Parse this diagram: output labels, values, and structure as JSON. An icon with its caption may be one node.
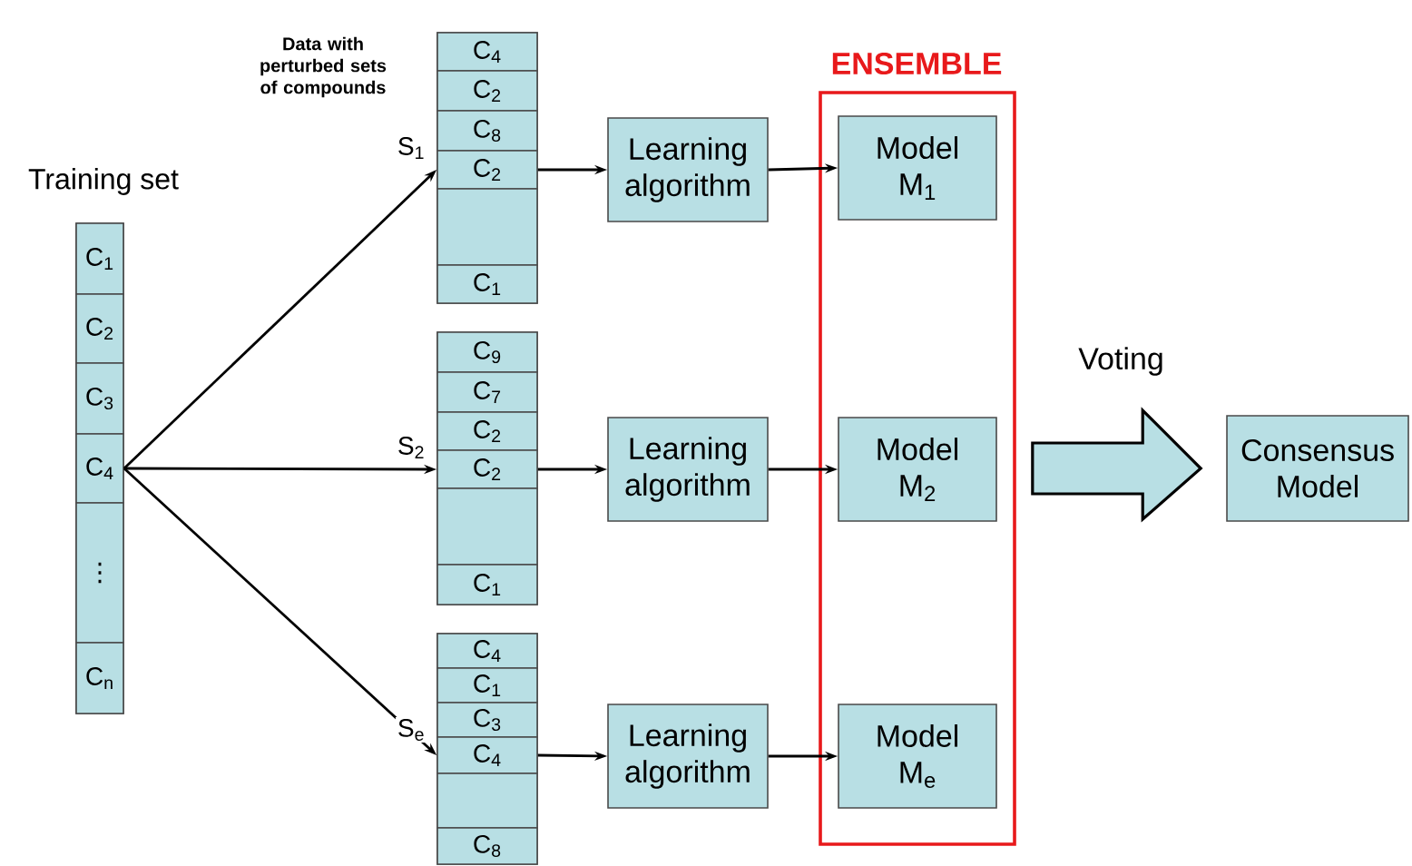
{
  "diagram": {
    "nodes": [
      {
        "text": [
          "Training set"
        ]
      },
      {
        "text": [
          "C$_{1}$"
        ],
        "in": 0
      },
      {
        "text": [
          "C$_{2}$"
        ],
        "in": 0
      },
      {
        "text": [
          "C$_{3}$"
        ],
        "in": 0
      },
      {
        "text": [
          "C$_{4}$"
        ],
        "in": 0
      },
      {
        "text": [
          "⋮"
        ],
        "in": 0
      },
      {
        "text": [
          "C$_{n}$"
        ],
        "in": 0
      },
      {
        "text": [],
        "shape": "box"
      },
      {
        "text": [
          "C$_{4}$"
        ],
        "in": 7
      },
      {
        "text": [
          "C$_{2}$"
        ],
        "in": 7
      },
      {
        "text": [
          "C$_{8}$"
        ],
        "in": 7
      },
      {
        "text": [
          "C$_{2}$"
        ],
        "in": 7
      },
      {
        "text": [],
        "shape": "box",
        "in": 7
      },
      {
        "text": [
          "C$_{1}$"
        ],
        "in": 7
      },
      {
        "text": [],
        "shape": "box"
      },
      {
        "text": [
          "C$_{9}$"
        ],
        "in": 14
      },
      {
        "text": [
          "C$_{7}$"
        ],
        "in": 14
      },
      {
        "text": [
          "C$_{2}$"
        ],
        "in": 14
      },
      {
        "text": [
          "C$_{2}$"
        ],
        "in": 14
      },
      {
        "text": [],
        "shape": "box",
        "in": 14
      },
      {
        "text": [
          "C$_{1}$"
        ],
        "in": 14
      },
      {
        "text": [],
        "shape": "box"
      },
      {
        "text": [
          "C$_{4}$"
        ],
        "in": 21
      },
      {
        "text": [
          "C$_{1}$"
        ],
        "in": 21
      },
      {
        "text": [
          "C$_{3}$"
        ],
        "in": 21
      },
      {
        "text": [
          "C$_{4}$"
        ],
        "in": 21
      },
      {
        "text": [],
        "shape": "box",
        "in": 21
      },
      {
        "text": [
          "C$_{8}$"
        ],
        "in": 21
      },
      {
        "text": [
          "Learning algorithm"
        ]
      },
      {
        "text": [
          "Learning algorithm"
        ]
      },
      {
        "text": [
          "Learning algorithm"
        ]
      },
      {
        "text": [
          "ENSEMBLE"
        ]
      },
      {
        "text": [
          "Model M$_{1}$"
        ],
        "in": 31
      },
      {
        "text": [
          "Model M$_{2}$"
        ],
        "in": 31
      },
      {
        "text": [
          "Model M$_{e}$"
        ],
        "in": 31
      },
      {
        "text": [
          "Consensus Model"
        ]
      }
    ],
    "edges": [
      {
        "from": 4,
        "to": 11,
        "arrow": "to",
        "label": "S$_{1}$"
      },
      {
        "from": 4,
        "to": 18,
        "arrow": "to",
        "label": "S$_{2}$"
      },
      {
        "from": 4,
        "to": 25,
        "arrow": "to",
        "label": "S$_{e}$"
      },
      {
        "from": 11,
        "to": 28,
        "arrow": "to"
      },
      {
        "from": 18,
        "to": 29,
        "arrow": "to"
      },
      {
        "from": 25,
        "to": 30,
        "arrow": "to"
      },
      {
        "from": 28,
        "to": 32,
        "arrow": "to"
      },
      {
        "from": 29,
        "to": 33,
        "arrow": "to"
      },
      {
        "from": 30,
        "to": 34,
        "arrow": "to"
      },
      {
        "from": 31,
        "to": 35,
        "arrow": "to",
        "label": "Voting",
        "style": "thick"
      }
    ],
    "labels": [
      "Data with perturbed sets of compounds"
    ]
  }
}
